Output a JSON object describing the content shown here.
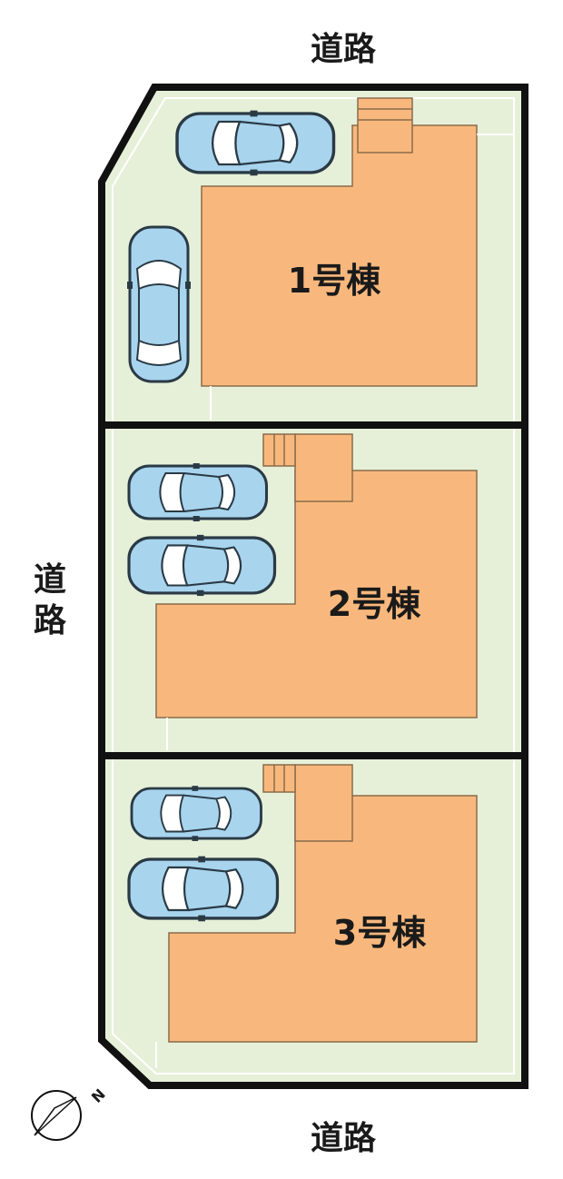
{
  "roads": {
    "top": "道路",
    "left_1": "道",
    "left_2": "路",
    "bottom": "道路"
  },
  "buildings": [
    {
      "label": "1号棟"
    },
    {
      "label": "2号棟"
    },
    {
      "label": "3号棟"
    }
  ],
  "compass": {
    "north_label": "N"
  },
  "colors": {
    "lot_green": "#e6f0d8",
    "building_orange": "#f8b87d",
    "boundary": "#111111",
    "car_blue": "#a8d4ee"
  }
}
